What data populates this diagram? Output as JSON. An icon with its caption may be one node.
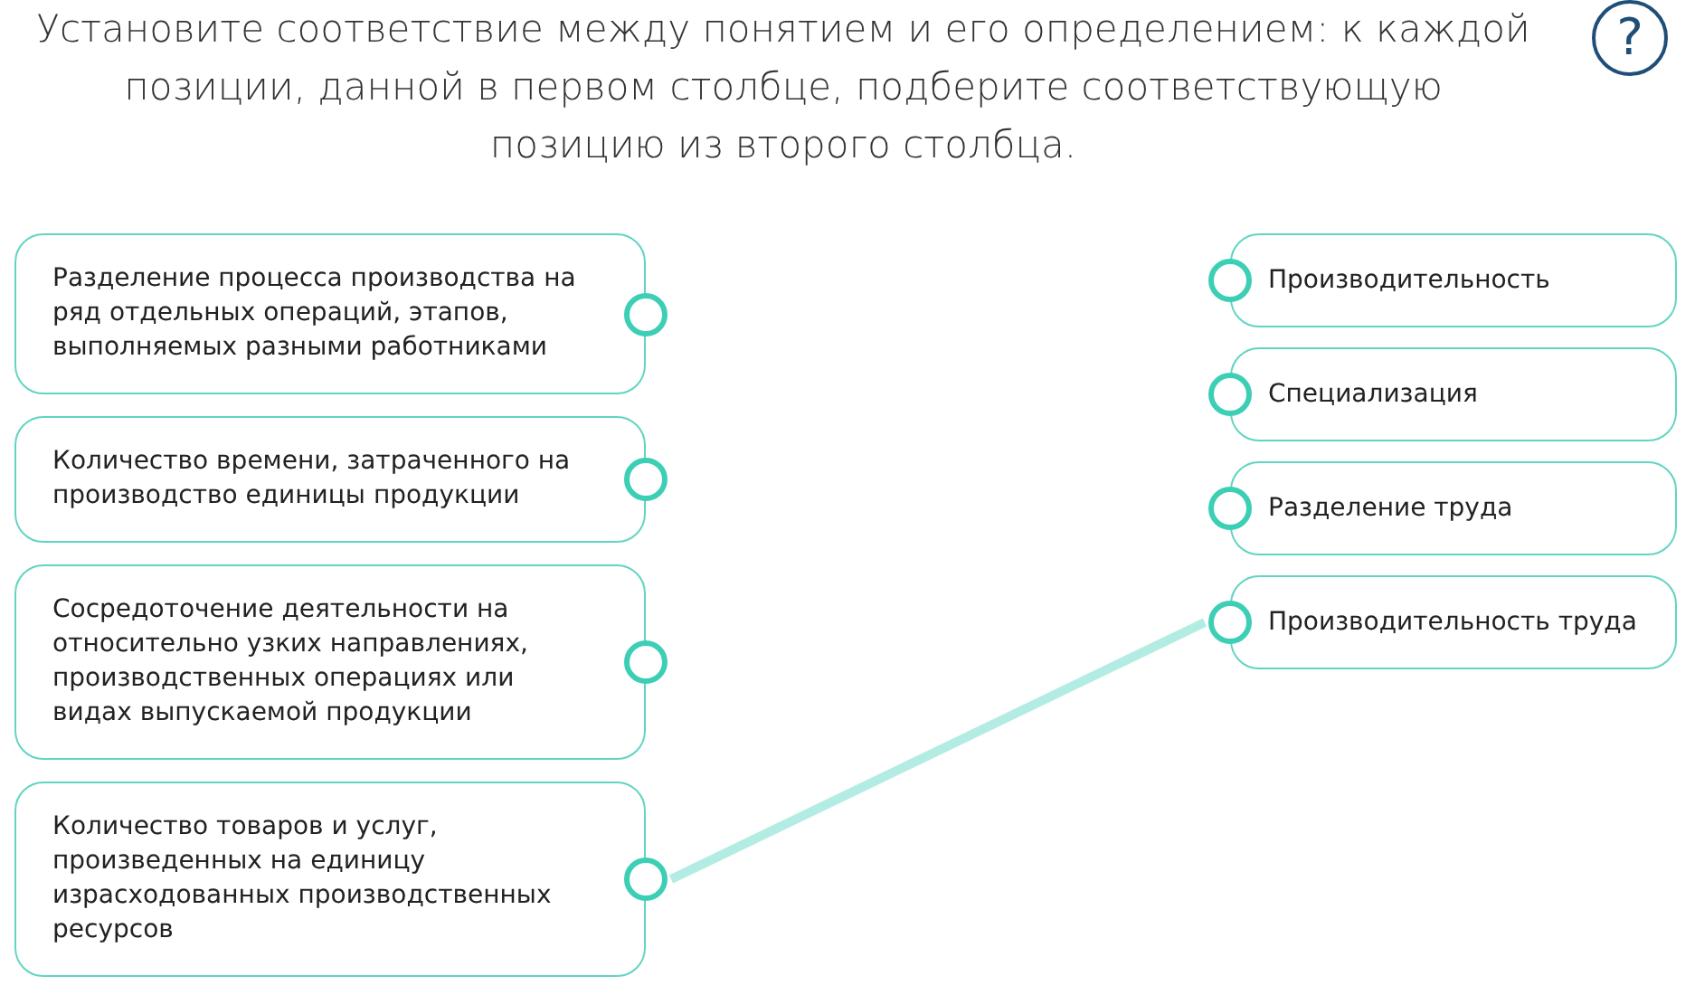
{
  "diagram": {
    "title": "Установите соответствие между понятием и его определением: к каждой позиции, данной в первом столбце, подберите соответствующую позицию из второго столбца.",
    "nodes": [
      {
        "text": [
          "Разделение процесса производства на ряд отдельных операций, этапов, выполняемых разными работниками"
        ]
      },
      {
        "text": [
          "Количество времени, затраченного на производство единицы продукции"
        ]
      },
      {
        "text": [
          "Сосредоточение деятельности на относительно узких направлениях, производственных операциях или видах выпускаемой продукции"
        ]
      },
      {
        "text": [
          "Количество товаров и услуг, произведенных на единицу израсходованных производственных ресурсов"
        ]
      },
      {
        "text": [
          "Производительность"
        ]
      },
      {
        "text": [
          "Специализация"
        ]
      },
      {
        "text": [
          "Разделение труда"
        ]
      },
      {
        "text": [
          "Производительность труда"
        ]
      }
    ],
    "edges": [
      {
        "from": 3,
        "to": 7,
        "arrow": "none"
      }
    ],
    "labels": [
      "?"
    ]
  }
}
